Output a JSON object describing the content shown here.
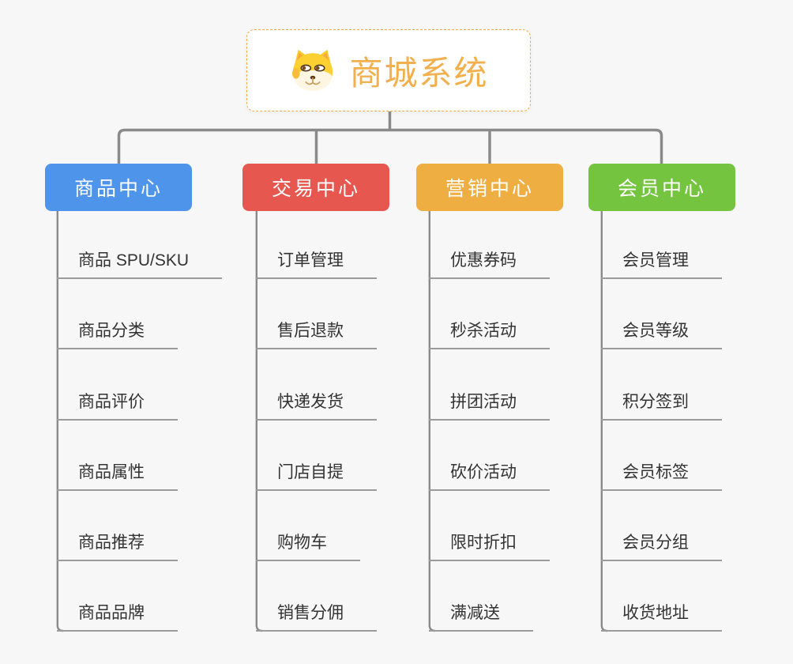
{
  "root": {
    "title": "商城系统",
    "icon": "shiba-dog-icon",
    "title_color": "#f2af4d",
    "border_color": "#f2ab44"
  },
  "connector_color": "#8a8a8a",
  "branches": [
    {
      "label": "商品中心",
      "color": "#4d94ea",
      "items": [
        "商品 SPU/SKU",
        "商品分类",
        "商品评价",
        "商品属性",
        "商品推荐",
        "商品品牌"
      ]
    },
    {
      "label": "交易中心",
      "color": "#e5574f",
      "items": [
        "订单管理",
        "售后退款",
        "快递发货",
        "门店自提",
        "购物车",
        "销售分佣"
      ]
    },
    {
      "label": "营销中心",
      "color": "#efae42",
      "items": [
        "优惠券码",
        "秒杀活动",
        "拼团活动",
        "砍价活动",
        "限时折扣",
        "满减送"
      ]
    },
    {
      "label": "会员中心",
      "color": "#75c43f",
      "items": [
        "会员管理",
        "会员等级",
        "积分签到",
        "会员标签",
        "会员分组",
        "收货地址"
      ]
    }
  ]
}
